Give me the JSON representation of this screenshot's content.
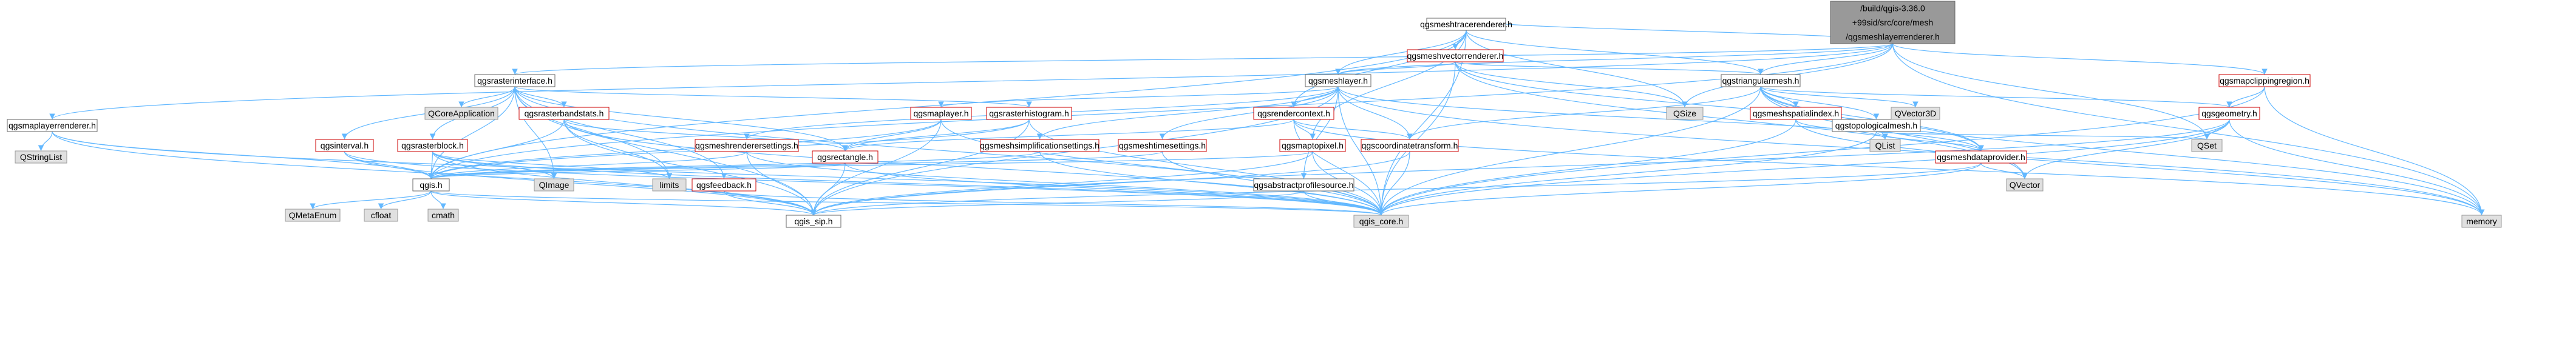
{
  "graph": {
    "colors": {
      "edge": "#63b8ff",
      "edge_dark": "#1d6fbf",
      "red_text": "#cc0000",
      "grey_fill": "#e0e0e0",
      "root_fill": "#999999"
    },
    "nodes": [
      {
        "id": "root",
        "lines": [
          "/build/qgis-3.36.0",
          "+99sid/src/core/mesh",
          "/qgsmeshlayerrenderer.h"
        ],
        "style": "root"
      },
      {
        "id": "n1",
        "lines": [
          "qgsmeshtracerenderer.h"
        ],
        "style": "plain"
      },
      {
        "id": "n2",
        "lines": [
          "qgsmeshvectorrenderer.h"
        ],
        "style": "red"
      },
      {
        "id": "n3",
        "lines": [
          "qgsmaplayerrenderer.h"
        ],
        "style": "plain"
      },
      {
        "id": "n4",
        "lines": [
          "QStringList"
        ],
        "style": "grey"
      },
      {
        "id": "n5",
        "lines": [
          "qgsrasterinterface.h"
        ],
        "style": "plain"
      },
      {
        "id": "n6",
        "lines": [
          "QCoreApplication"
        ],
        "style": "grey"
      },
      {
        "id": "n7",
        "lines": [
          "qgsmeshlayer.h"
        ],
        "style": "plain"
      },
      {
        "id": "n8",
        "lines": [
          "QSize"
        ],
        "style": "grey"
      },
      {
        "id": "n9",
        "lines": [
          "qgstriangularmesh.h"
        ],
        "style": "plain"
      },
      {
        "id": "n10",
        "lines": [
          "qgsmapclippingregion.h"
        ],
        "style": "red"
      },
      {
        "id": "n11",
        "lines": [
          "qgsrasterbandstats.h"
        ],
        "style": "red"
      },
      {
        "id": "n12",
        "lines": [
          "qgsmaplayer.h"
        ],
        "style": "red"
      },
      {
        "id": "n13",
        "lines": [
          "qgsrasterhistogram.h"
        ],
        "style": "red"
      },
      {
        "id": "n14",
        "lines": [
          "qgsrendercontext.h"
        ],
        "style": "red"
      },
      {
        "id": "n15",
        "lines": [
          "qgsmeshspatialindex.h"
        ],
        "style": "red"
      },
      {
        "id": "n16",
        "lines": [
          "qgstopologicalmesh.h"
        ],
        "style": "plain"
      },
      {
        "id": "n17",
        "lines": [
          "QVector3D"
        ],
        "style": "grey"
      },
      {
        "id": "n18",
        "lines": [
          "qgsgeometry.h"
        ],
        "style": "red"
      },
      {
        "id": "n19",
        "lines": [
          "qgsinterval.h"
        ],
        "style": "red"
      },
      {
        "id": "n20",
        "lines": [
          "qgsrasterblock.h"
        ],
        "style": "red"
      },
      {
        "id": "n21",
        "lines": [
          "qgsmeshrenderersettings.h"
        ],
        "style": "red"
      },
      {
        "id": "n22",
        "lines": [
          "qgsrectangle.h"
        ],
        "style": "red"
      },
      {
        "id": "n23",
        "lines": [
          "qgsmeshsimplificationsettings.h"
        ],
        "style": "red"
      },
      {
        "id": "n24",
        "lines": [
          "qgsmeshtimesettings.h"
        ],
        "style": "red"
      },
      {
        "id": "n25",
        "lines": [
          "qgsmaptopixel.h"
        ],
        "style": "red"
      },
      {
        "id": "n26",
        "lines": [
          "qgscoordinatetransform.h"
        ],
        "style": "red"
      },
      {
        "id": "n27",
        "lines": [
          "QList"
        ],
        "style": "grey"
      },
      {
        "id": "n28",
        "lines": [
          "qgsmeshdataprovider.h"
        ],
        "style": "red"
      },
      {
        "id": "n29",
        "lines": [
          "QSet"
        ],
        "style": "grey"
      },
      {
        "id": "n30",
        "lines": [
          "qgis.h"
        ],
        "style": "plain"
      },
      {
        "id": "n31",
        "lines": [
          "QImage"
        ],
        "style": "grey"
      },
      {
        "id": "n32",
        "lines": [
          "limits"
        ],
        "style": "grey"
      },
      {
        "id": "n33",
        "lines": [
          "qgsfeedback.h"
        ],
        "style": "red"
      },
      {
        "id": "n34",
        "lines": [
          "qgsabstractprofilesource.h"
        ],
        "style": "plain"
      },
      {
        "id": "n35",
        "lines": [
          "QVector"
        ],
        "style": "grey"
      },
      {
        "id": "n36",
        "lines": [
          "QMetaEnum"
        ],
        "style": "grey"
      },
      {
        "id": "n37",
        "lines": [
          "cfloat"
        ],
        "style": "grey"
      },
      {
        "id": "n38",
        "lines": [
          "cmath"
        ],
        "style": "grey"
      },
      {
        "id": "n39",
        "lines": [
          "qgis_sip.h"
        ],
        "style": "plain"
      },
      {
        "id": "n40",
        "lines": [
          "qgis_core.h"
        ],
        "style": "grey"
      },
      {
        "id": "n41",
        "lines": [
          "memory"
        ],
        "style": "grey"
      }
    ]
  }
}
